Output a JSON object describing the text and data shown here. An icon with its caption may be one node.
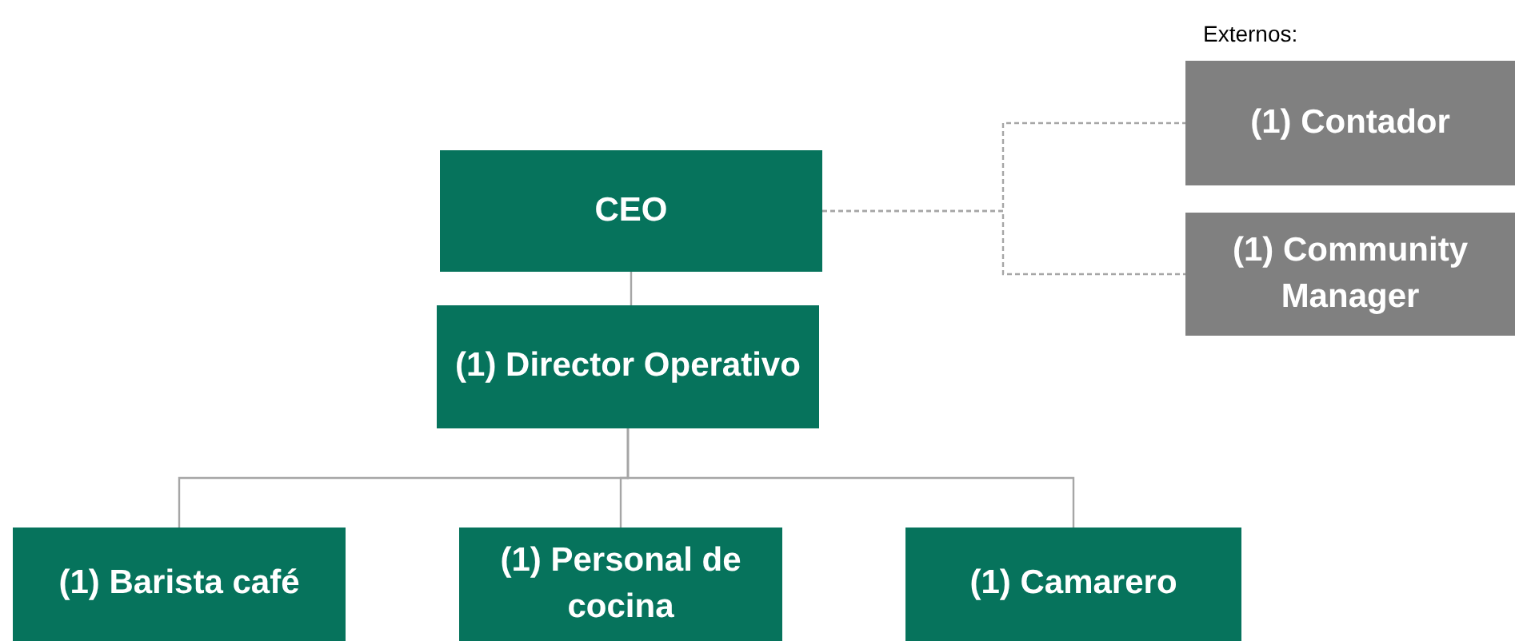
{
  "diagram": {
    "nodes": [
      {
        "text": [
          "CEO"
        ]
      },
      {
        "text": [
          "(1) Director Operativo"
        ]
      },
      {
        "text": [
          "(1) Barista café"
        ]
      },
      {
        "text": [
          "(1) Personal de cocina"
        ]
      },
      {
        "text": [
          "(1) Camarero"
        ]
      },
      {
        "text": [
          "(1) Contador"
        ]
      },
      {
        "text": [
          "(1) Community Manager"
        ]
      }
    ],
    "edges": [
      {
        "from": 0,
        "to": 1,
        "arrow": "none"
      },
      {
        "from": 1,
        "to": 2,
        "arrow": "none"
      },
      {
        "from": 1,
        "to": 3,
        "arrow": "none"
      },
      {
        "from": 1,
        "to": 4,
        "arrow": "none"
      },
      {
        "from": 0,
        "to": 5,
        "arrow": "none",
        "style": "dashed"
      },
      {
        "from": 0,
        "to": 6,
        "arrow": "none",
        "style": "dashed"
      }
    ],
    "labels": [
      "Externos:"
    ]
  }
}
